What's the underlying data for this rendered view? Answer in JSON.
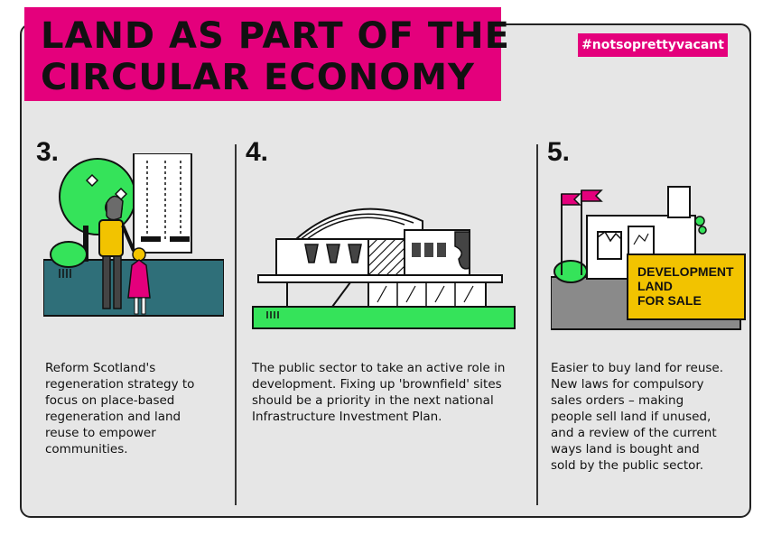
{
  "title": {
    "line1": "LAND AS PART OF THE",
    "line2": "CIRCULAR ECONOMY"
  },
  "hashtag": "#notsoprettyvacant",
  "steps": [
    {
      "number": "3.",
      "caption": [
        "Reform Scotland's",
        "regeneration strategy to",
        "focus on place-based",
        "regeneration and land",
        "reuse to empower",
        "communities."
      ]
    },
    {
      "number": "4.",
      "caption": [
        "The public sector to take an active role in",
        "development. Fixing up 'brownfield' sites",
        "should be a priority in the next national",
        "Infrastructure Investment Plan."
      ]
    },
    {
      "number": "5.",
      "caption": [
        "Easier to buy land for reuse.",
        "New laws for compulsory",
        "sales orders – making",
        "people sell land if unused,",
        "and a review of the current",
        "ways land is bought and",
        "sold by the public sector."
      ],
      "sign": [
        "DEVELOPMENT",
        "LAND",
        "FOR SALE"
      ]
    }
  ],
  "colors": {
    "magenta": "#e4007c",
    "green": "#35e35a",
    "teal": "#2f6f79",
    "yellow": "#f2c300",
    "panel": "#e6e6e6"
  }
}
